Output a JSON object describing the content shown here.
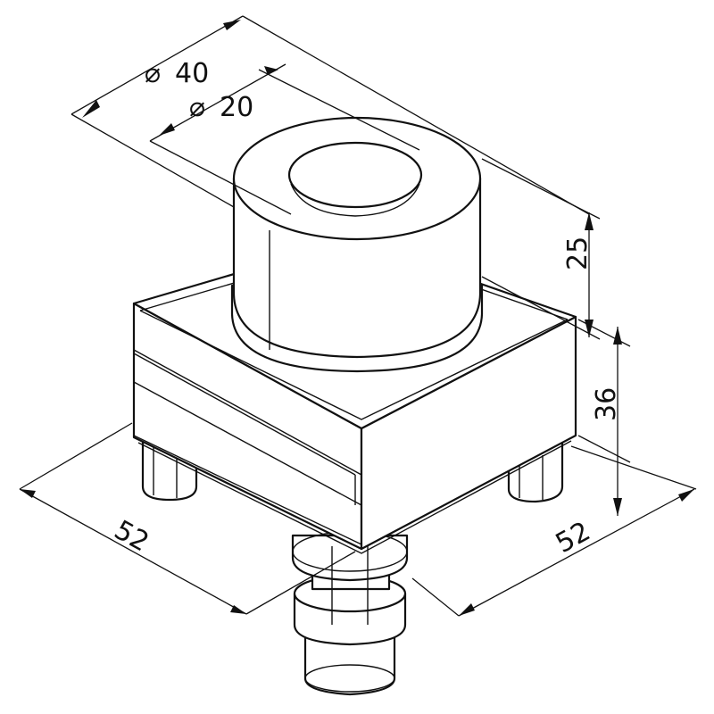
{
  "dimensions": {
    "outer_diameter": "40",
    "inner_diameter": "20",
    "bushing_height": "25",
    "block_height": "36",
    "block_width_left": "52",
    "block_width_right": "52"
  },
  "symbols": {
    "diameter": "⌀"
  }
}
